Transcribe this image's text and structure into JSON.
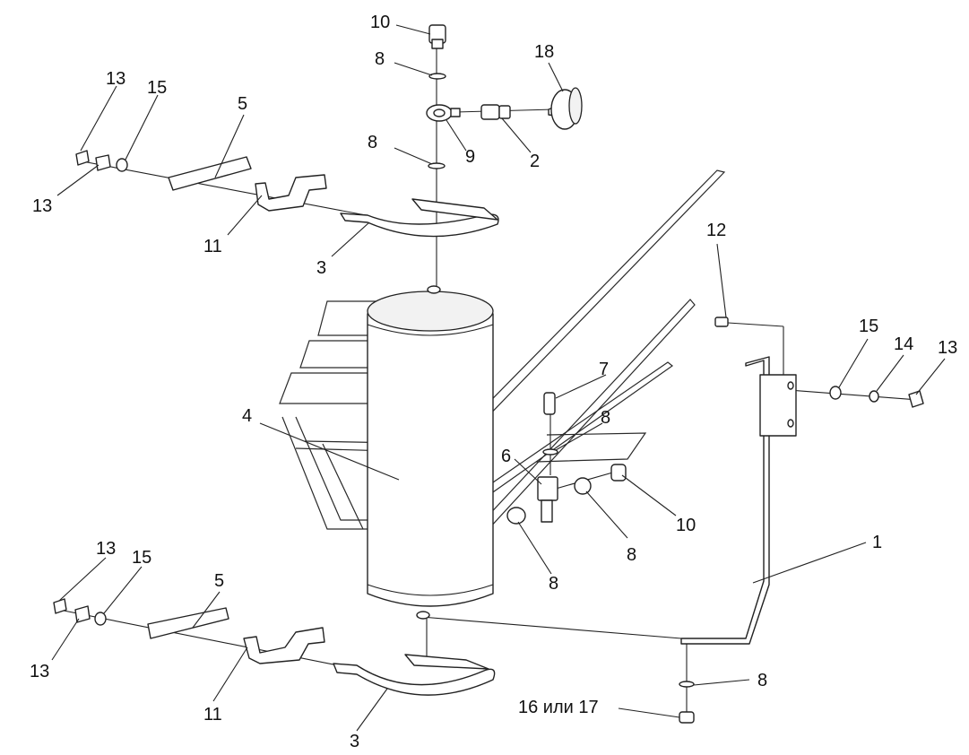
{
  "labels": {
    "p1": "1",
    "p2": "2",
    "p3_top": "3",
    "p3_bottom": "3",
    "p4": "4",
    "p5_top": "5",
    "p5_bottom": "5",
    "p6": "6",
    "p7": "7",
    "p8_a": "8",
    "p8_b": "8",
    "p8_c": "8",
    "p8_d": "8",
    "p8_e": "8",
    "p8_f": "8",
    "p9": "9",
    "p10_top": "10",
    "p10_side": "10",
    "p11_top": "11",
    "p11_bottom": "11",
    "p12": "12",
    "p13_a": "13",
    "p13_b": "13",
    "p13_c": "13",
    "p13_d": "13",
    "p13_e": "13",
    "p14": "14",
    "p15_a": "15",
    "p15_b": "15",
    "p15_c": "15",
    "p16_17": "16 или 17",
    "p18": "18"
  }
}
